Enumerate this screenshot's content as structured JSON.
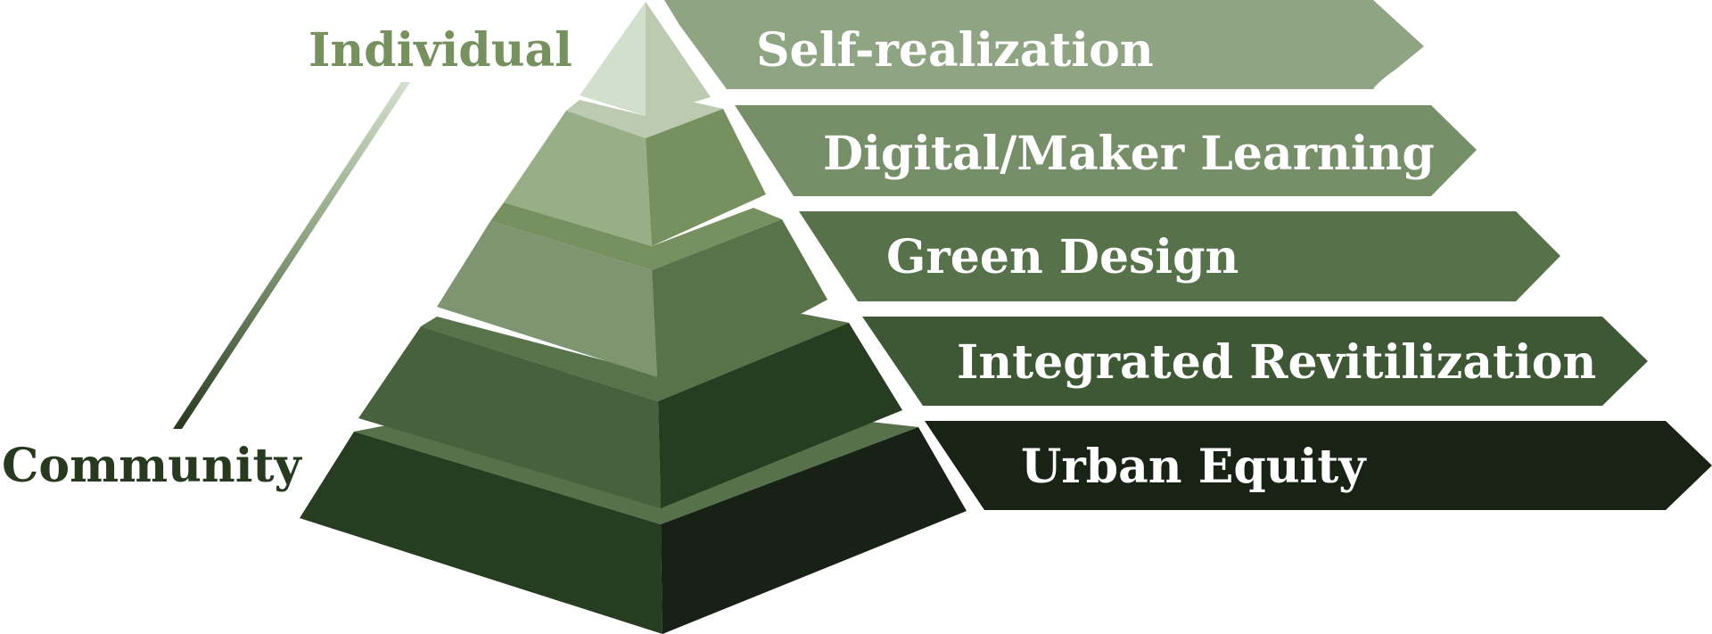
{
  "diagram": {
    "type": "pyramid-hierarchy",
    "axis": {
      "top_label": "Individual",
      "bottom_label": "Community",
      "top_color": "#77905f",
      "bottom_color": "#27391f"
    },
    "levels": [
      {
        "rank": 1,
        "label": "Self-realization",
        "banner_color": "#8ea482",
        "pyramid_left": "#d3dfcd",
        "pyramid_right": "#bccab2",
        "pyramid_top": "#bccab2"
      },
      {
        "rank": 2,
        "label": "Digital/Maker Learning",
        "banner_color": "#768f68",
        "pyramid_left": "#98ae87",
        "pyramid_right": "#77905f",
        "pyramid_top": "#bccab2"
      },
      {
        "rank": 3,
        "label": "Green Design",
        "banner_color": "#57714a",
        "pyramid_left": "#7f9572",
        "pyramid_right": "#58724a",
        "pyramid_top": "#77905f"
      },
      {
        "rank": 4,
        "label": "Integrated Revitilization",
        "banner_color": "#3e5734",
        "pyramid_left": "#47603d",
        "pyramid_right": "#273d21",
        "pyramid_top": "#58724a"
      },
      {
        "rank": 5,
        "label": "Urban Equity",
        "banner_color": "#182215",
        "pyramid_left": "#273d21",
        "pyramid_right": "#172116",
        "pyramid_top": "#57714a"
      }
    ]
  }
}
